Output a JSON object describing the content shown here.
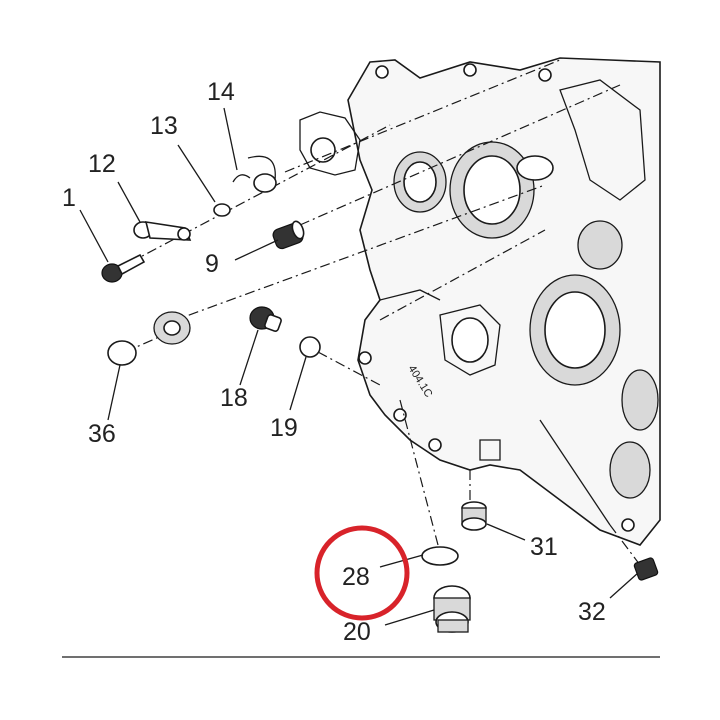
{
  "diagram": {
    "callouts": [
      {
        "id": "1",
        "label": "1"
      },
      {
        "id": "12",
        "label": "12"
      },
      {
        "id": "13",
        "label": "13"
      },
      {
        "id": "14",
        "label": "14"
      },
      {
        "id": "9",
        "label": "9"
      },
      {
        "id": "18",
        "label": "18"
      },
      {
        "id": "19",
        "label": "19"
      },
      {
        "id": "36",
        "label": "36"
      },
      {
        "id": "31",
        "label": "31"
      },
      {
        "id": "28",
        "label": "28"
      },
      {
        "id": "20",
        "label": "20"
      },
      {
        "id": "32",
        "label": "32"
      }
    ],
    "casting_mark": "404.1C",
    "highlight": {
      "callout": "28",
      "color": "#d8232a"
    }
  }
}
